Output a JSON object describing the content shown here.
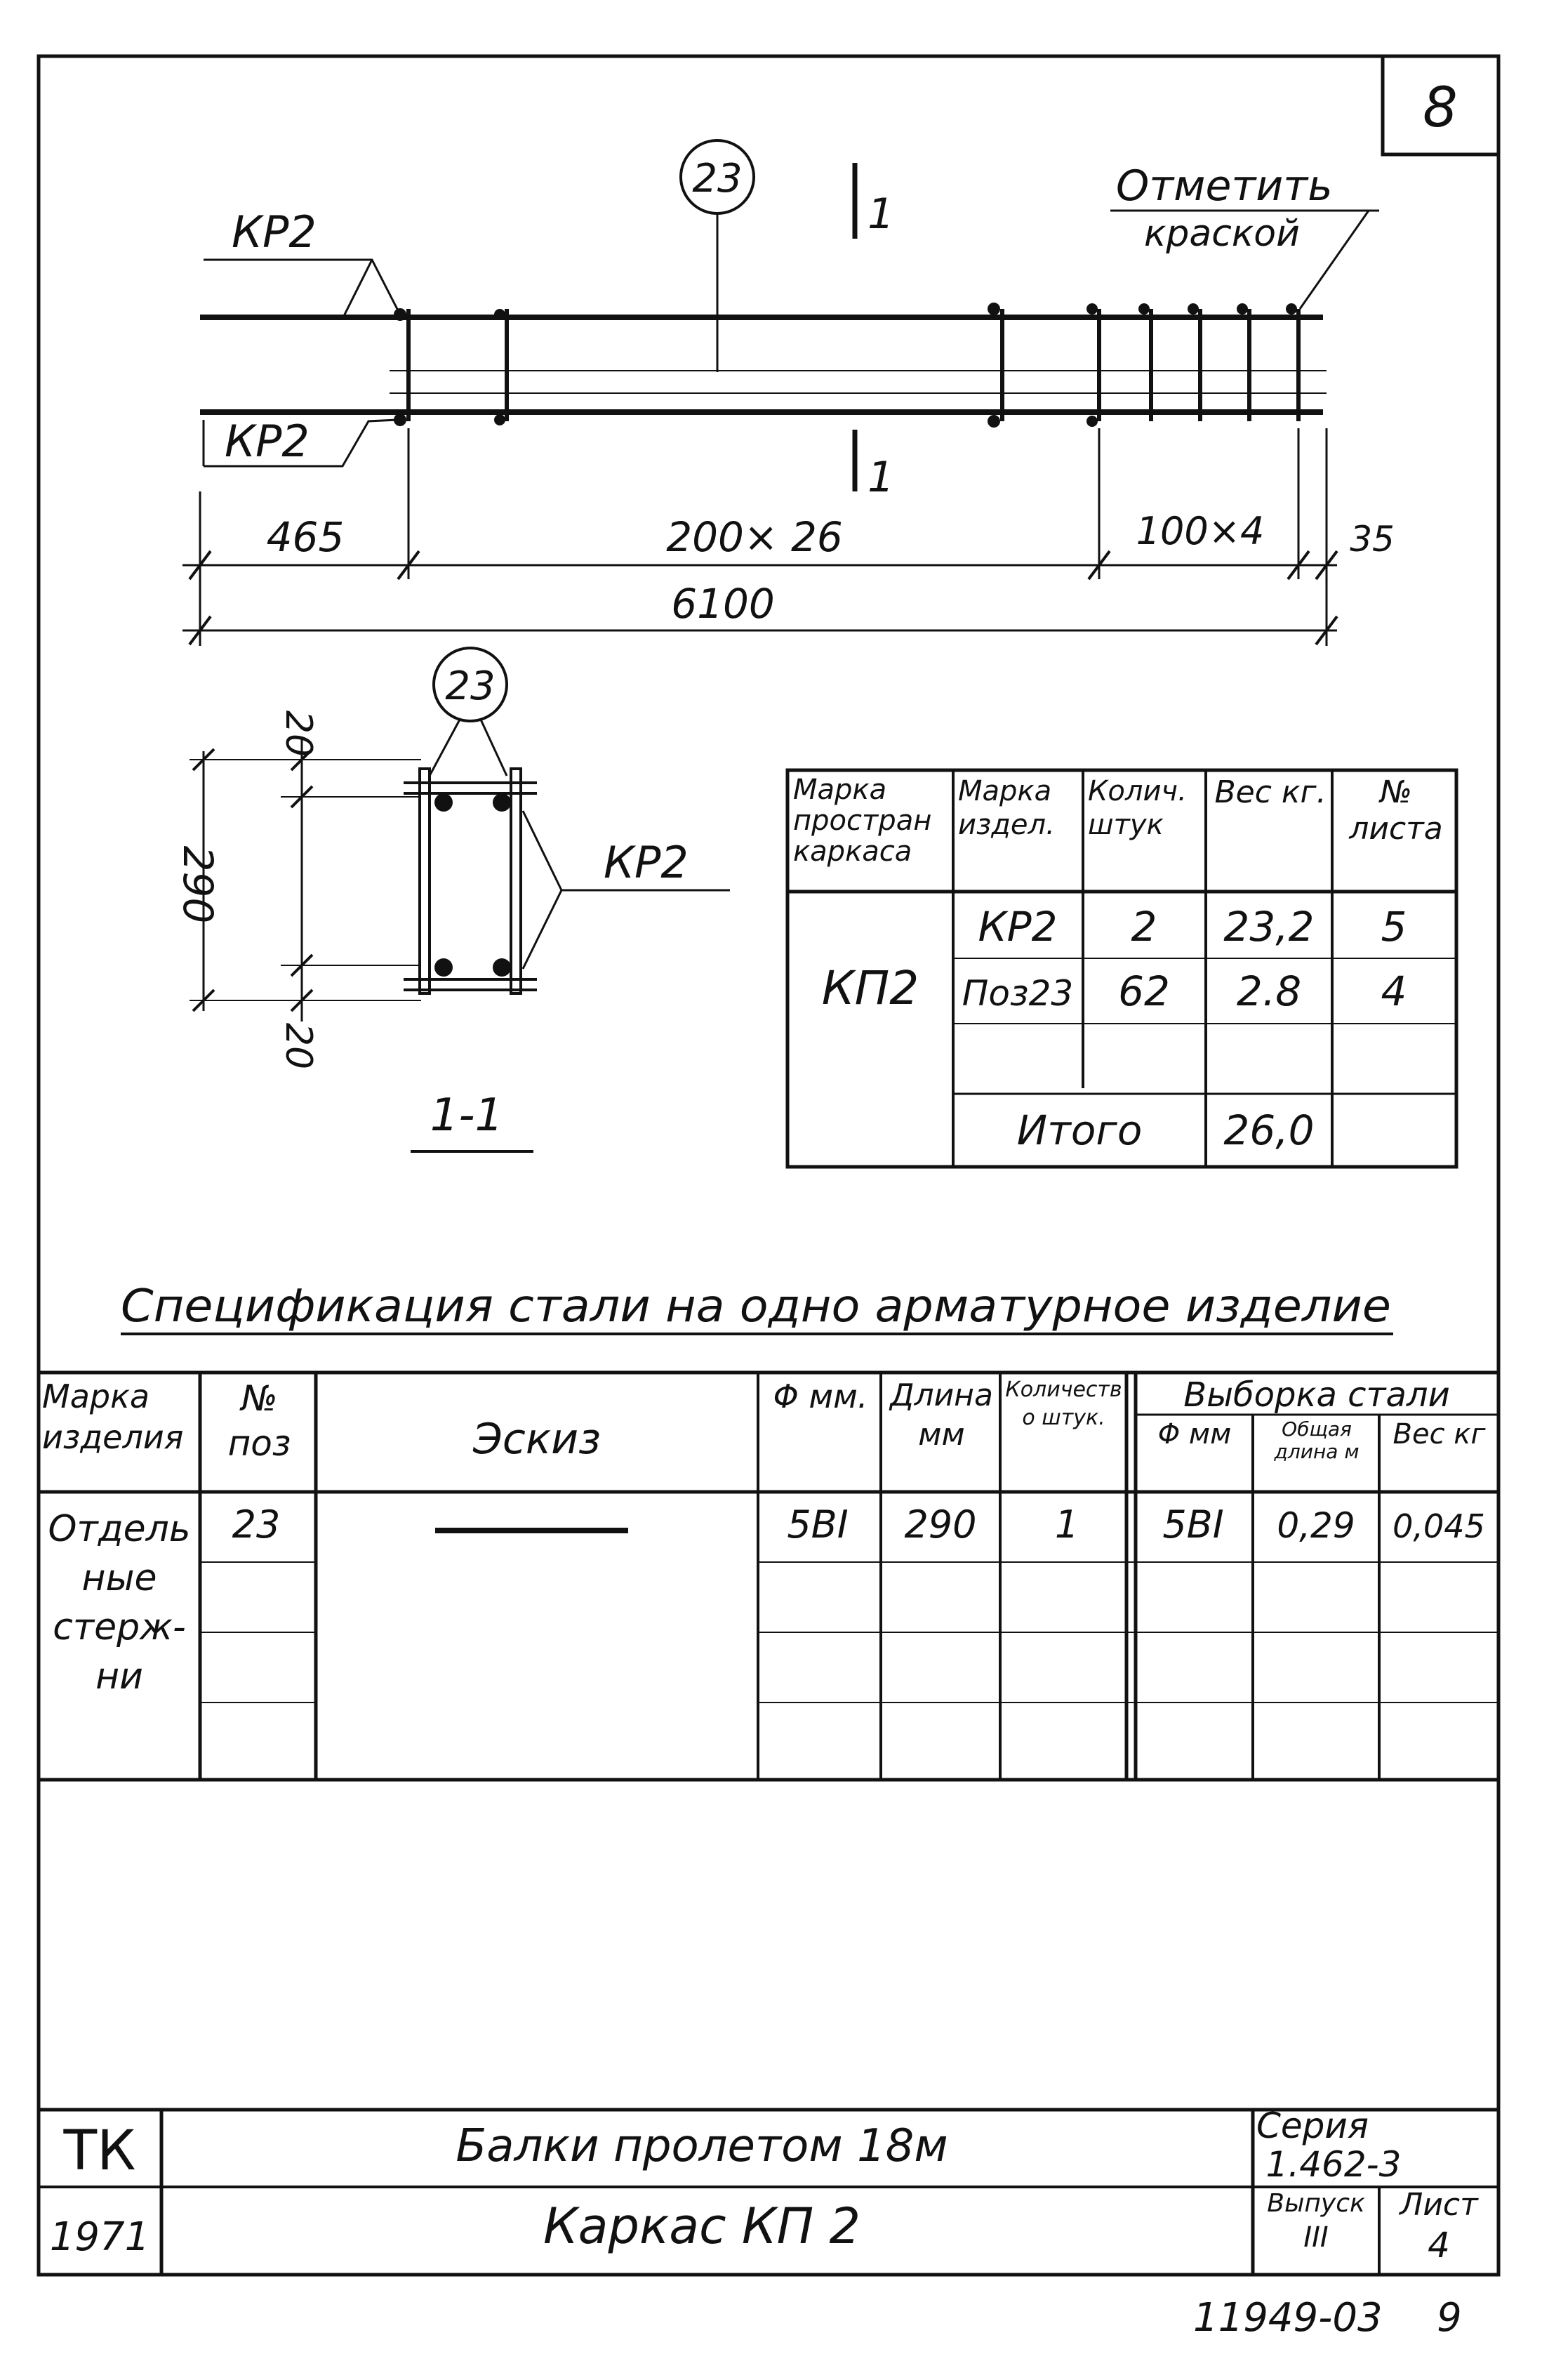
{
  "sheet_number": "8",
  "drawing": {
    "mark_label": "КР2",
    "position_label": "23",
    "section_label": "1",
    "note_line1": "Отметить",
    "note_line2": "краской",
    "dims": {
      "left": "465",
      "middle": "200× 26",
      "right": "100×4",
      "end": "35",
      "total": "6100"
    }
  },
  "section": {
    "title": "1-1",
    "position_label": "23",
    "mark_label": "КР2",
    "height": "290",
    "top_offset": "20",
    "bottom_offset": "20"
  },
  "frame_table": {
    "headers": [
      "Марка простран каркаса",
      "Марка издел.",
      "Колич. штук",
      "Вес кг.",
      "№ листа"
    ],
    "frame_mark": "КП2",
    "rows": [
      {
        "item": "КР2",
        "qty": "2",
        "weight": "23,2",
        "sheet": "5"
      },
      {
        "item": "Поз23",
        "qty": "62",
        "weight": "2.8",
        "sheet": "4"
      }
    ],
    "total_label": "Итого",
    "total_weight": "26,0"
  },
  "spec": {
    "title": "Спецификация стали на одно арматурное изделие",
    "headers": {
      "mark": "Марка изделия",
      "pos": "№ поз",
      "sketch": "Эскиз",
      "dia": "Φ мм.",
      "length": "Длина мм",
      "qty": "Количество штук.",
      "selection": "Выборка стали",
      "sel_dia": "Φ мм",
      "sel_len": "Общая длина м",
      "sel_wt": "Вес кг"
    },
    "row": {
      "mark_lines": [
        "Отдель",
        "ные",
        "стерж-",
        "ни"
      ],
      "pos": "23",
      "dia": "5BI",
      "length": "290",
      "qty": "1",
      "sel_dia": "5BI",
      "sel_len": "0,29",
      "sel_wt": "0,045"
    }
  },
  "title_block": {
    "org": "ТК",
    "year": "1971",
    "title1": "Балки пролетом 18м",
    "title2": "Каркас КП 2",
    "series_label": "Серия",
    "series": "1.462-3",
    "issue_label": "Выпуск",
    "issue": "III",
    "sheet_label": "Лист",
    "sheet": "4"
  },
  "footer_code": "11949-03",
  "footer_page": "9"
}
